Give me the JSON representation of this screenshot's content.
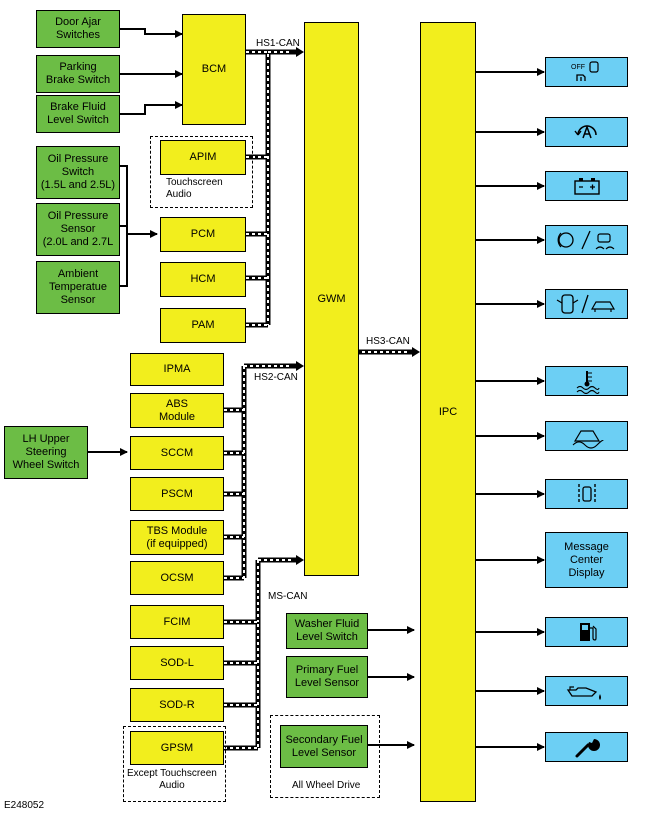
{
  "inputs": {
    "door_ajar": "Door Ajar\nSwitches",
    "parking_brake": "Parking\nBrake Switch",
    "brake_fluid": "Brake Fluid\nLevel Switch",
    "oil_switch": "Oil Pressure\nSwitch\n(1.5L and 2.5L)",
    "oil_sensor": "Oil Pressure\nSensor\n(2.0L and 2.7L",
    "ambient": "Ambient\nTemperatue\nSensor",
    "lh_switch": "LH Upper\nSteering\nWheel Switch",
    "washer": "Washer Fluid\nLevel Switch",
    "primary_fuel": "Primary Fuel\nLevel Sensor",
    "secondary_fuel": "Secondary Fuel\nLevel Sensor"
  },
  "modules": {
    "bcm": "BCM",
    "apim": "APIM",
    "pcm": "PCM",
    "hcm": "HCM",
    "pam": "PAM",
    "gwm": "GWM",
    "ipc": "IPC",
    "ipma": "IPMA",
    "abs": "ABS\nModule",
    "sccm": "SCCM",
    "pscm": "PSCM",
    "tbs": "TBS Module\n(if equipped)",
    "ocsm": "OCSM",
    "fcim": "FCIM",
    "sod_l": "SOD-L",
    "sod_r": "SOD-R",
    "gpsm": "GPSM"
  },
  "bus_labels": {
    "hs1": "HS1-CAN",
    "hs2": "HS2-CAN",
    "hs3": "HS3-CAN",
    "ms": "MS-CAN"
  },
  "group_labels": {
    "touchscreen": "Touchscreen\nAudio",
    "except_touchscreen": "Except Touchscreen\nAudio",
    "awd": "All Wheel Drive"
  },
  "outputs": {
    "message_center": "Message\nCenter\nDisplay",
    "icons": [
      "off-road-mode-icon",
      "auto-start-stop-icon",
      "battery-icon",
      "traction-control-icon",
      "door-ajar-icon",
      "coolant-temperature-icon",
      "slippery-road-icon",
      "lane-keeping-icon",
      "fuel-icon",
      "oil-pressure-icon",
      "service-wrench-icon"
    ]
  },
  "figure_id": "E248052",
  "colors": {
    "input": "#6cbd45",
    "module": "#f2ee1d",
    "output": "#6ccff4"
  }
}
